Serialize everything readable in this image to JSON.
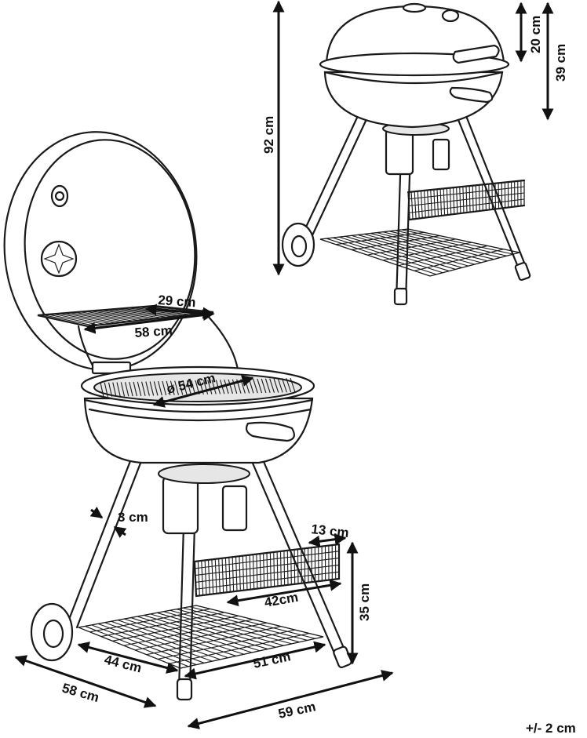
{
  "labels": {
    "grate_depth": "29 cm",
    "grate_width": "58 cm",
    "grill_diameter": "ø 54 cm",
    "leg_thickness": "3 cm",
    "basket_depth": "13 cm",
    "basket_width": "42cm",
    "basket_height": "35 cm",
    "shelf_depth": "44 cm",
    "shelf_width": "51 cm",
    "overall_depth": "58 cm",
    "overall_width": "59  cm",
    "total_height": "92 cm",
    "lid_height": "20 cm",
    "bowl_height": "39 cm",
    "tolerance": "+/- 2 cm"
  }
}
